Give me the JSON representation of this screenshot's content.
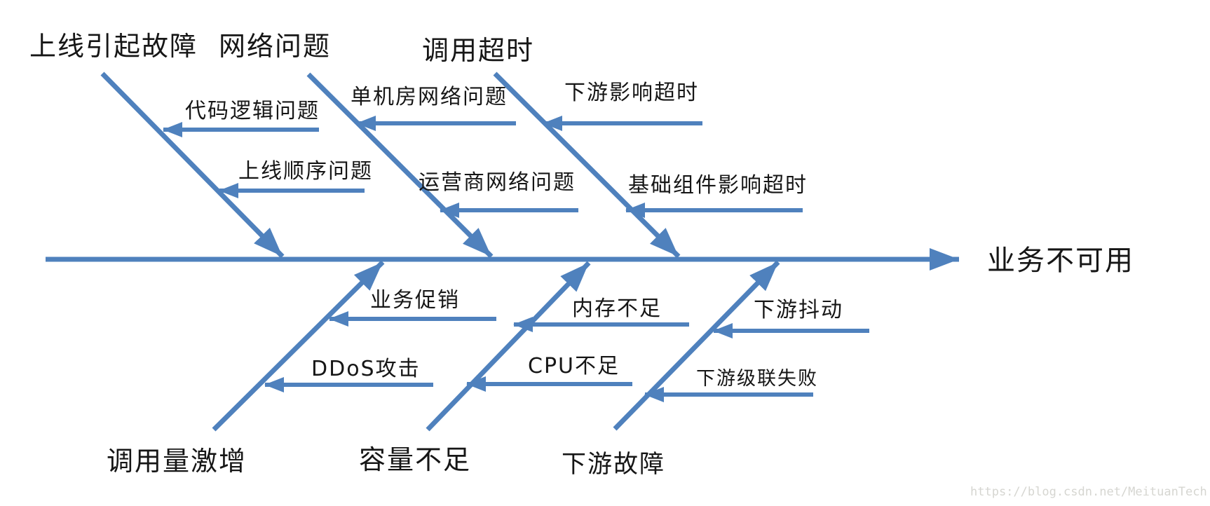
{
  "diagram": {
    "type": "fishbone-cause-effect",
    "effect": "业务不可用",
    "watermark": "https://blog.csdn.net/MeituanTech",
    "colors": {
      "arrow": "#4f81bd",
      "text": "#161616",
      "watermark": "#d6d6d1",
      "background": "#ffffff"
    },
    "top_branches": [
      {
        "label": "上线引起故障",
        "causes": [
          "代码逻辑问题",
          "上线顺序问题"
        ]
      },
      {
        "label": "网络问题",
        "causes": [
          "单机房网络问题",
          "运营商网络问题"
        ]
      },
      {
        "label": "调用超时",
        "causes": [
          "下游影响超时",
          "基础组件影响超时"
        ]
      }
    ],
    "bottom_branches": [
      {
        "label": "调用量激增",
        "causes": [
          "业务促销",
          "DDoS攻击"
        ]
      },
      {
        "label": "容量不足",
        "causes": [
          "内存不足",
          "CPU不足"
        ]
      },
      {
        "label": "下游故障",
        "causes": [
          "下游抖动",
          "下游级联失败"
        ]
      }
    ]
  }
}
